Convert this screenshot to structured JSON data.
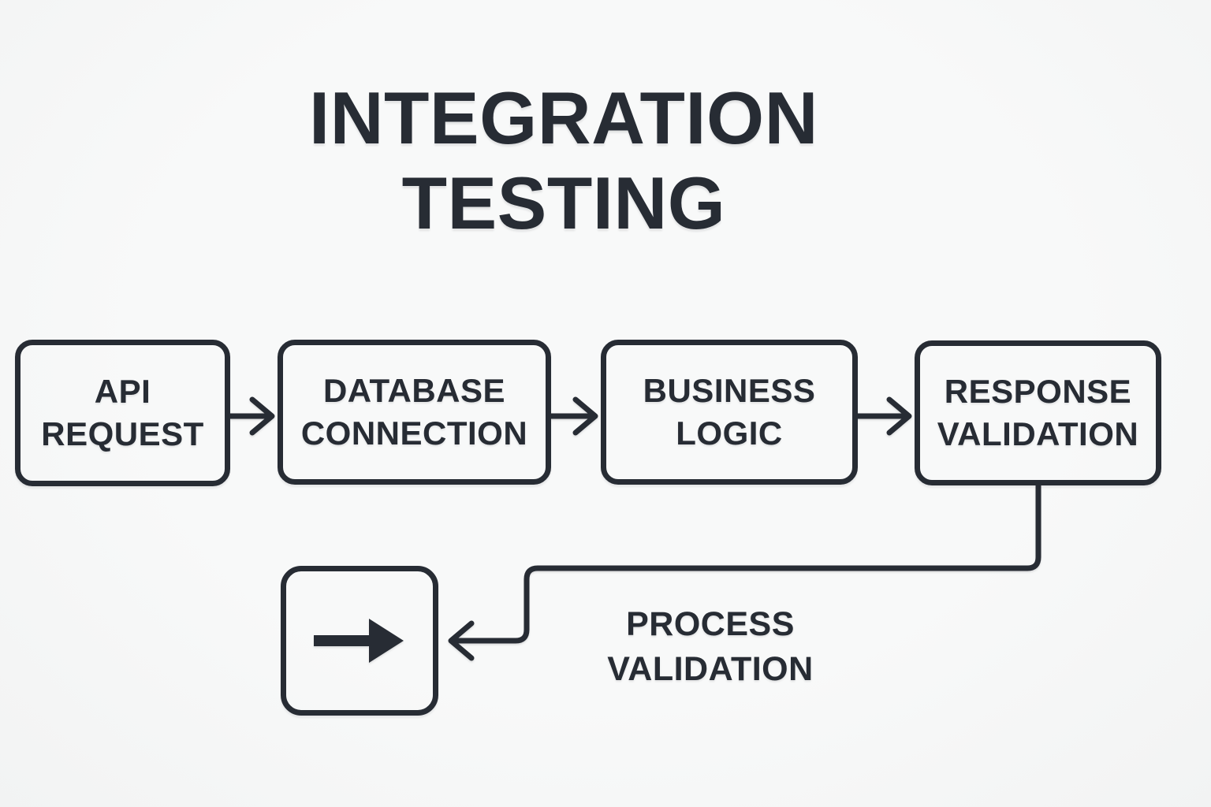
{
  "page": {
    "kind": "flowchart",
    "background_color": "#f6f7f7",
    "ink_color": "#272c34"
  },
  "title": "INTEGRATION TESTING",
  "flow": {
    "boxes": [
      {
        "label": "API REQUEST"
      },
      {
        "label": "DATABASE CONNECTION"
      },
      {
        "label": "BUSINESS LOGIC"
      },
      {
        "label": "RESPONSE VALIDATION"
      }
    ],
    "edges": [
      {
        "from": "API REQUEST",
        "to": "DATABASE CONNECTION",
        "style": "arrow-right"
      },
      {
        "from": "DATABASE CONNECTION",
        "to": "BUSINESS LOGIC",
        "style": "arrow-right"
      },
      {
        "from": "BUSINESS LOGIC",
        "to": "RESPONSE VALIDATION",
        "style": "arrow-right"
      },
      {
        "from": "RESPONSE VALIDATION",
        "to": "PROCESS VALIDATION",
        "style": "stepped-arrow-left"
      }
    ],
    "result": {
      "label": "PROCESS VALIDATION",
      "icon": "arrow-right-icon"
    }
  }
}
